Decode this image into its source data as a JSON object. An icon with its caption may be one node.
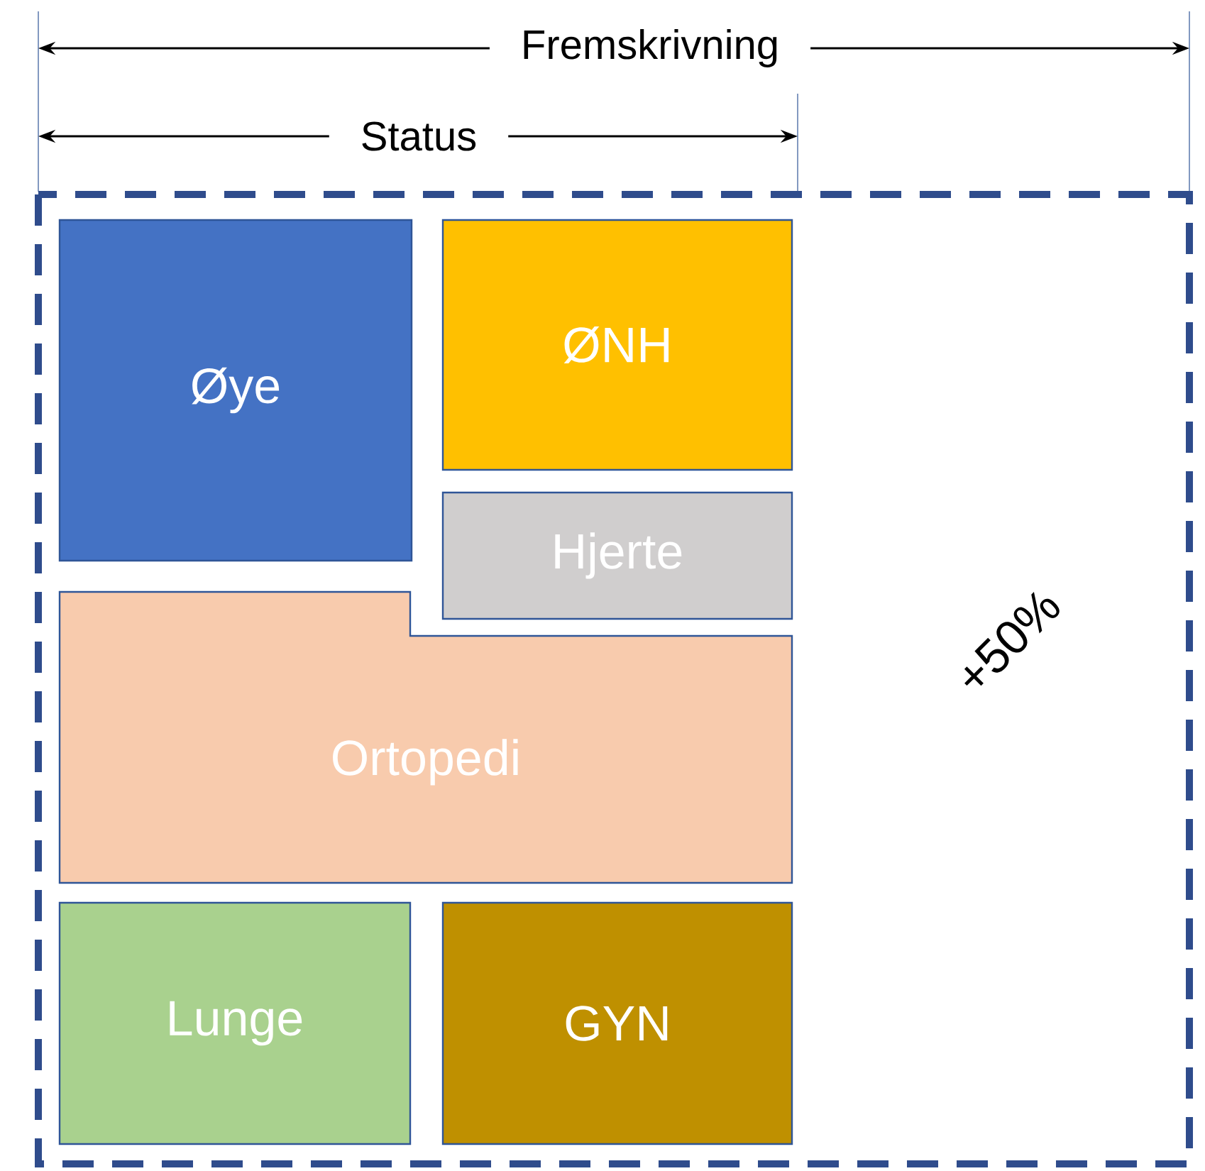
{
  "diagram": {
    "nodes": [
      {
        "text": [
          "+50%"
        ]
      },
      {
        "text": [
          "Øye"
        ],
        "in": 0
      },
      {
        "text": [
          "ØNH"
        ],
        "in": 0
      },
      {
        "text": [
          "Hjerte"
        ],
        "in": 0
      },
      {
        "text": [
          "Ortopedi"
        ],
        "in": 0
      },
      {
        "text": [
          "Lunge"
        ],
        "in": 0
      },
      {
        "text": [
          "GYN"
        ],
        "in": 0
      }
    ],
    "labels": [
      "Fremskrivning",
      "Status"
    ]
  }
}
